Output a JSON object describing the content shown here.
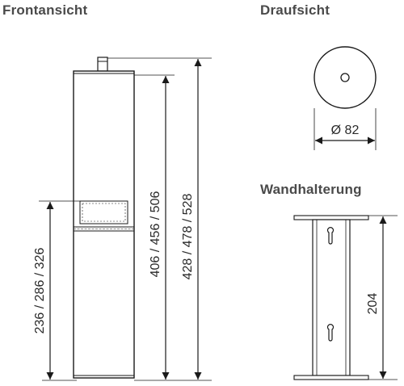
{
  "titles": {
    "front_view": "Frontansicht",
    "top_view": "Draufsicht",
    "wall_mount": "Wandhalterung"
  },
  "dimensions": {
    "lower_height": "236 / 286 / 326",
    "inner_height": "406 / 456 / 506",
    "total_height": "428 / 478 / 528",
    "diameter": "Ø 82",
    "mount_height": "204"
  },
  "colors": {
    "line": "#1a1a1a",
    "text": "#3a3a3a"
  }
}
